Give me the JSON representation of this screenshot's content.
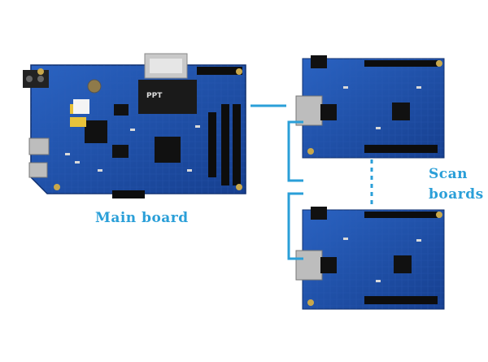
{
  "labels": {
    "main_board": "Main board",
    "scan_line1": "Scan",
    "scan_line2": "boards"
  },
  "colors": {
    "pcb": "#1d4fa5",
    "pcb_dark": "#143a80",
    "connector_lines": "#2a9fd8",
    "label_text": "#2a9fd8"
  },
  "components": {
    "module_logo": "PPT"
  }
}
